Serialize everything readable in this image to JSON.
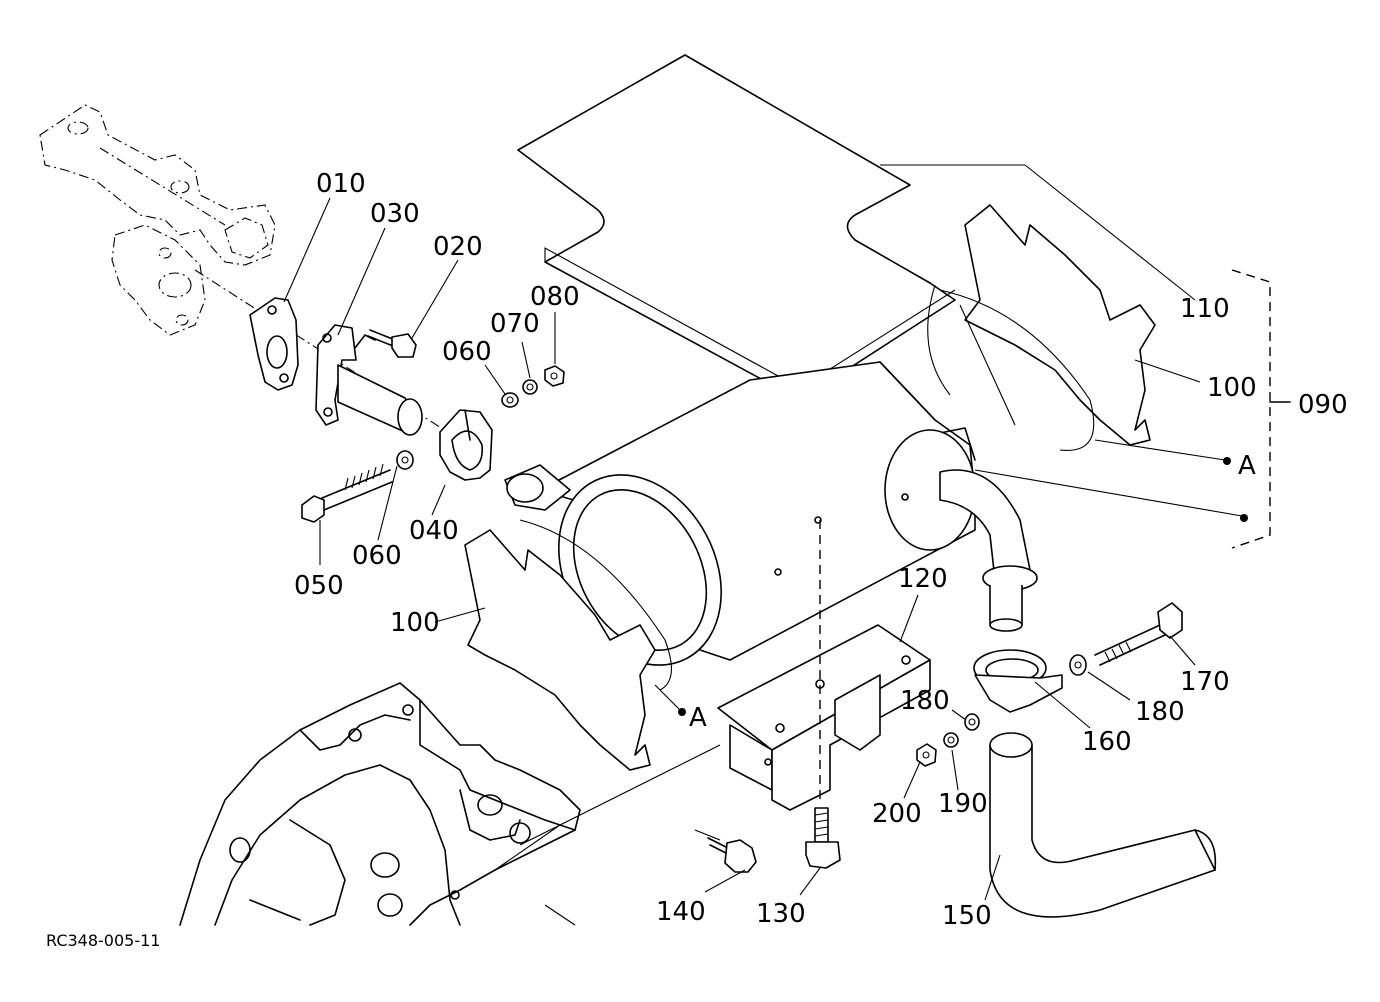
{
  "figure": {
    "reference_code": "RC348-005-11",
    "callouts": [
      {
        "id": "part-010",
        "text": "010"
      },
      {
        "id": "part-030",
        "text": "030"
      },
      {
        "id": "part-020",
        "text": "020"
      },
      {
        "id": "part-080",
        "text": "080"
      },
      {
        "id": "part-070",
        "text": "070"
      },
      {
        "id": "part-060-top",
        "text": "060"
      },
      {
        "id": "part-060-bottom",
        "text": "060"
      },
      {
        "id": "part-040",
        "text": "040"
      },
      {
        "id": "part-050",
        "text": "050"
      },
      {
        "id": "part-110",
        "text": "110"
      },
      {
        "id": "part-100-right",
        "text": "100"
      },
      {
        "id": "part-090",
        "text": "090"
      },
      {
        "id": "ref-a-right",
        "text": "A"
      },
      {
        "id": "part-100-left",
        "text": "100"
      },
      {
        "id": "ref-a-left",
        "text": "A"
      },
      {
        "id": "part-120",
        "text": "120"
      },
      {
        "id": "part-170",
        "text": "170"
      },
      {
        "id": "part-180-right",
        "text": "180"
      },
      {
        "id": "part-180-left",
        "text": "180"
      },
      {
        "id": "part-160",
        "text": "160"
      },
      {
        "id": "part-200",
        "text": "200"
      },
      {
        "id": "part-190",
        "text": "190"
      },
      {
        "id": "part-140",
        "text": "140"
      },
      {
        "id": "part-130",
        "text": "130"
      },
      {
        "id": "part-150",
        "text": "150"
      }
    ]
  }
}
